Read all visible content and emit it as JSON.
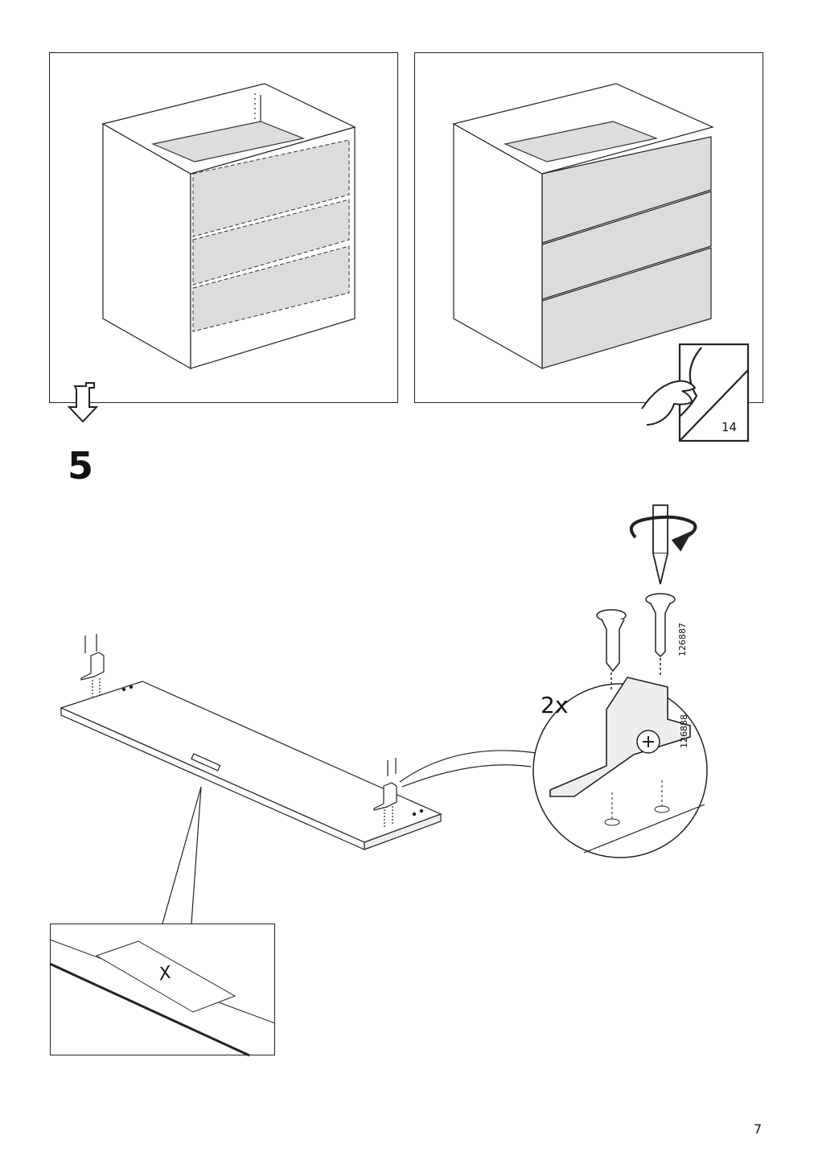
{
  "step": {
    "number": "5"
  },
  "page": {
    "number": "7"
  },
  "quantity": {
    "label": "2x"
  },
  "parts": [
    {
      "article": "126887",
      "icon": "screw-icon"
    },
    {
      "article": "126888",
      "icon": "bracket-icon"
    }
  ],
  "reference": {
    "page": "14",
    "icon": "turn-page-icon"
  },
  "detail": {
    "mark": "X"
  },
  "icons": [
    "arrow-down-icon",
    "screwdriver-icon",
    "rotation-arrow-icon",
    "hand-icon"
  ]
}
